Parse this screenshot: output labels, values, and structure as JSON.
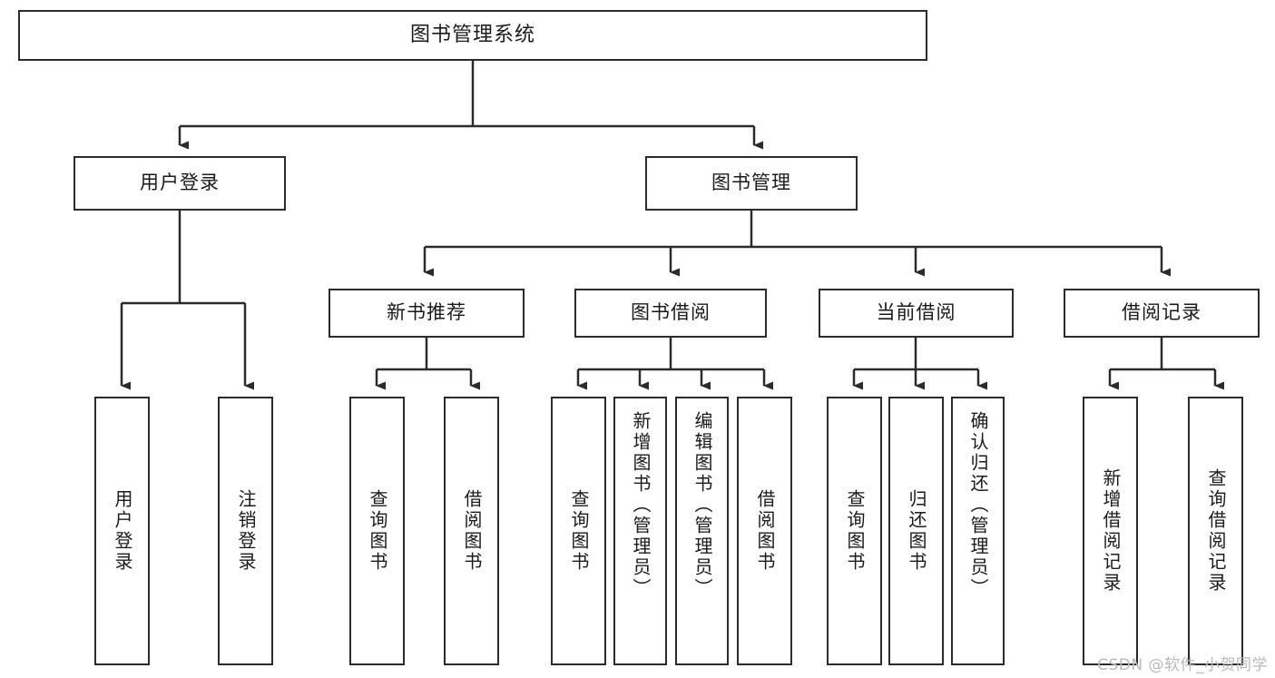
{
  "diagram": {
    "type": "tree",
    "title": "图书管理系统",
    "root": {
      "label": "图书管理系统"
    },
    "level2": [
      {
        "label": "用户登录"
      },
      {
        "label": "图书管理"
      }
    ],
    "level3": [
      {
        "label": "新书推荐"
      },
      {
        "label": "图书借阅"
      },
      {
        "label": "当前借阅"
      },
      {
        "label": "借阅记录"
      }
    ],
    "leaves": {
      "user_login": [
        {
          "label": "用户登录"
        },
        {
          "label": "注销登录"
        }
      ],
      "new_book_recommend": [
        {
          "label": "查询图书"
        },
        {
          "label": "借阅图书"
        }
      ],
      "book_borrow": [
        {
          "label": "查询图书"
        },
        {
          "label": "新增图书（管理员）"
        },
        {
          "label": "编辑图书（管理员）"
        },
        {
          "label": "借阅图书"
        }
      ],
      "current_borrow": [
        {
          "label": "查询图书"
        },
        {
          "label": "归还图书"
        },
        {
          "label": "确认归还（管理员）"
        }
      ],
      "borrow_record": [
        {
          "label": "新增借阅记录"
        },
        {
          "label": "查询借阅记录"
        }
      ]
    }
  },
  "watermark": {
    "text": "CSDN @软件_小贺同学"
  },
  "colors": {
    "box_border": "#2b2b2b",
    "box_fill": "#ffffff",
    "line": "#2b2b2b",
    "text": "#1a1a1a",
    "watermark": "#b9b9b9",
    "background": "#ffffff"
  }
}
